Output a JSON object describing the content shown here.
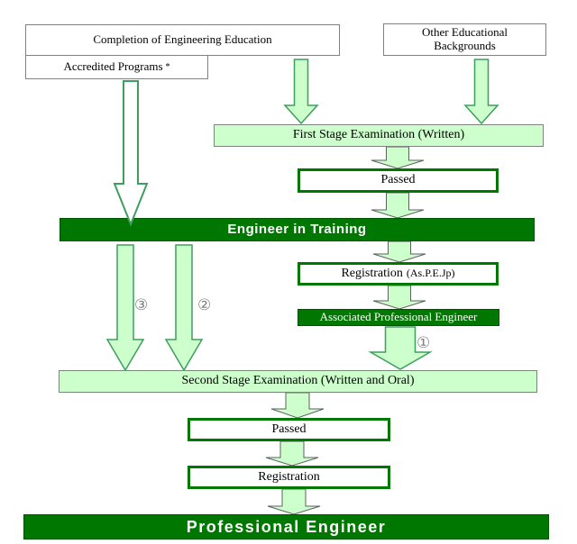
{
  "colors": {
    "dark-green": "#007700",
    "dark-green-edge": "#005500",
    "light-green": "#ccffcc",
    "box-border": "#808080",
    "arrow-outline": "#3e9e5e",
    "connector-outline": "#5f5f5f",
    "white": "#ffffff",
    "text": "#000000",
    "circled-num": "#808080"
  },
  "nodes": {
    "completion": {
      "label": "Completion of Engineering Education"
    },
    "accredited": {
      "label": "Accredited Programs",
      "asterisk": "*"
    },
    "other": {
      "label": "Other Educational Backgrounds"
    },
    "first_stage": {
      "label": "First Stage Examination (Written)"
    },
    "passed1": {
      "label": "Passed"
    },
    "eit": {
      "label": "Engineer in Training"
    },
    "registration1": {
      "label": "Registration",
      "suffix": "(As.P.E.Jp)"
    },
    "ape": {
      "label": "Associated Professional Engineer"
    },
    "second_stage": {
      "label": "Second Stage Examination (Written and Oral)"
    },
    "passed2": {
      "label": "Passed"
    },
    "registration2": {
      "label": "Registration"
    },
    "pe": {
      "label": "Professional Engineer"
    }
  },
  "annotations": {
    "route1": "①",
    "route2": "②",
    "route3": "③"
  }
}
